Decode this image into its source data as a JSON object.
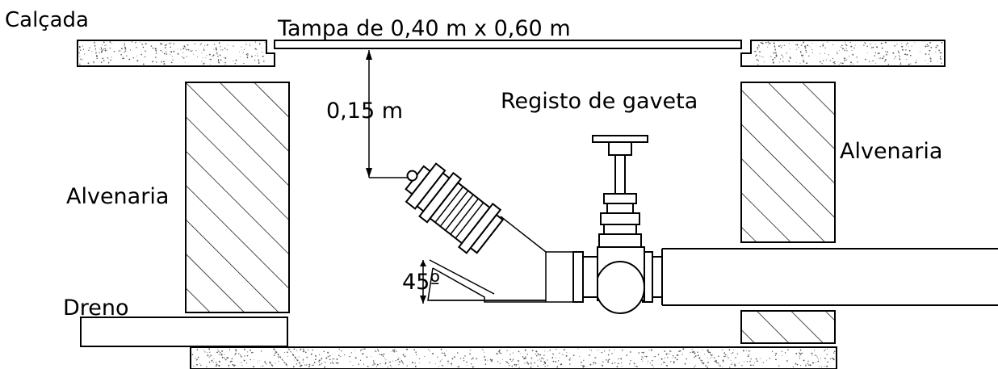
{
  "labels": {
    "calcada": "Calçada",
    "tampa": "Tampa de 0,40 m x 0,60 m",
    "cota": "0,15 m",
    "registo": "Registo de gaveta",
    "alvenaria_esq": "Alvenaria",
    "alvenaria_dir": "Alvenaria",
    "angulo": "45º",
    "dreno": "Dreno"
  },
  "colors": {
    "line": "#000000",
    "background": "#ffffff",
    "stipple": "#555555"
  }
}
